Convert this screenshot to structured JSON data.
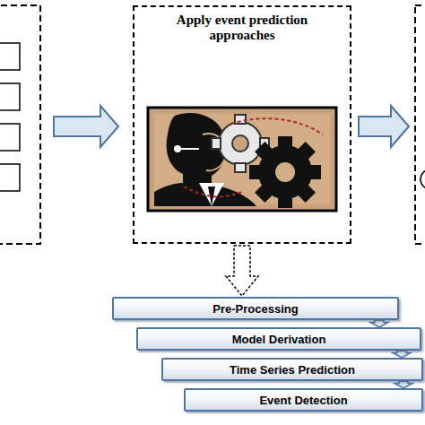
{
  "diagram": {
    "nodes": [
      {
        "text": [
          "Apply event prediction approaches"
        ]
      },
      {
        "text": [
          "Pre-Processing"
        ]
      },
      {
        "text": [
          "Model Derivation"
        ]
      },
      {
        "text": [
          "Time Series Prediction"
        ]
      },
      {
        "text": [
          "Event Detection"
        ]
      }
    ],
    "edges": [
      {
        "from": 0,
        "to": 1,
        "arrow": "to"
      },
      {
        "from": 1,
        "to": 2,
        "arrow": "to"
      },
      {
        "from": 2,
        "to": 3,
        "arrow": "to"
      },
      {
        "from": 3,
        "to": 4,
        "arrow": "to"
      }
    ]
  }
}
